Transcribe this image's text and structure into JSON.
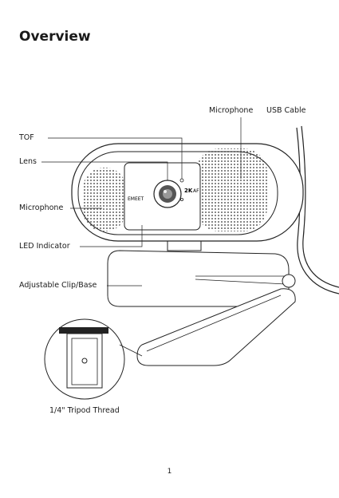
{
  "title": "Overview",
  "labels": {
    "tof": "TOF",
    "lens": "Lens",
    "microphone_left": "Microphone",
    "led_indicator": "LED Indicator",
    "clip_base": "Adjustable Clip/Base",
    "microphone_top": "Microphone",
    "usb_cable": "USB Cable",
    "tripod_thread": "1/4\" Tripod Thread"
  },
  "camera_print": {
    "brand": "EMEET",
    "resolution": "2K",
    "autofocus": "AF"
  },
  "page_number": "1"
}
